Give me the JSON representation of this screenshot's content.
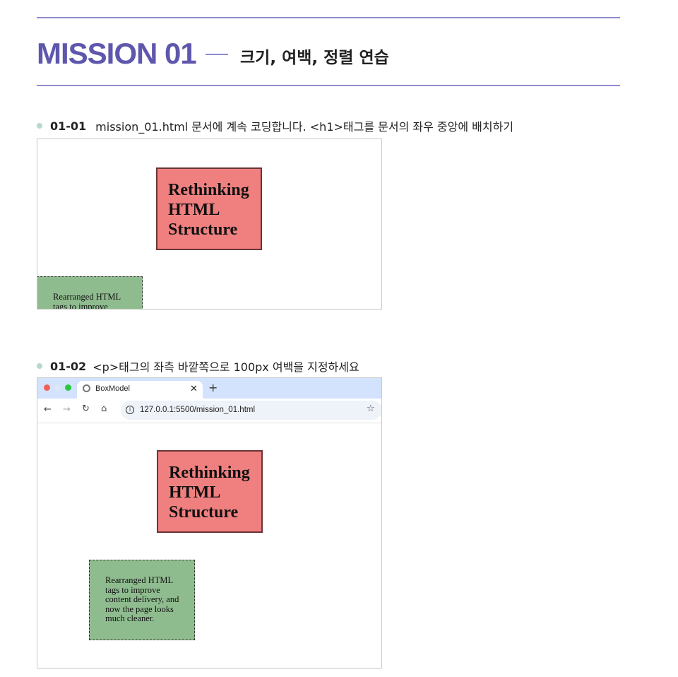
{
  "header": {
    "title": "MISSION 01",
    "subtitle": "크기, 여백, 정렬 연습"
  },
  "items": [
    {
      "number": "01-01",
      "text": "mission_01.html 문서에 계속 코딩합니다. <h1>태그를 문서의 좌우 중앙에 배치하기"
    },
    {
      "number": "01-02",
      "text": "<p>태그의 좌측 바깥쪽으로  100px 여백을 지정하세요"
    }
  ],
  "preview1": {
    "h1_lines": [
      "Rethinking",
      "HTML",
      "Structure"
    ],
    "p_lines": [
      "Rearranged HTML",
      "tags to improve"
    ]
  },
  "browser": {
    "tab_title": "BoxModel",
    "url": "127.0.0.1:5500/mission_01.html",
    "h1_lines": [
      "Rethinking",
      "HTML",
      "Structure"
    ],
    "p_lines": [
      "Rearranged HTML",
      "tags to improve",
      "content delivery, and",
      "now the page looks",
      "much cleaner."
    ]
  },
  "colors": {
    "accent": "#5e57ac",
    "rule": "#8f8ccb",
    "h1_bg": "#f08080",
    "p_bg": "#8fbc8f",
    "tabbar": "#d3e3fd"
  }
}
